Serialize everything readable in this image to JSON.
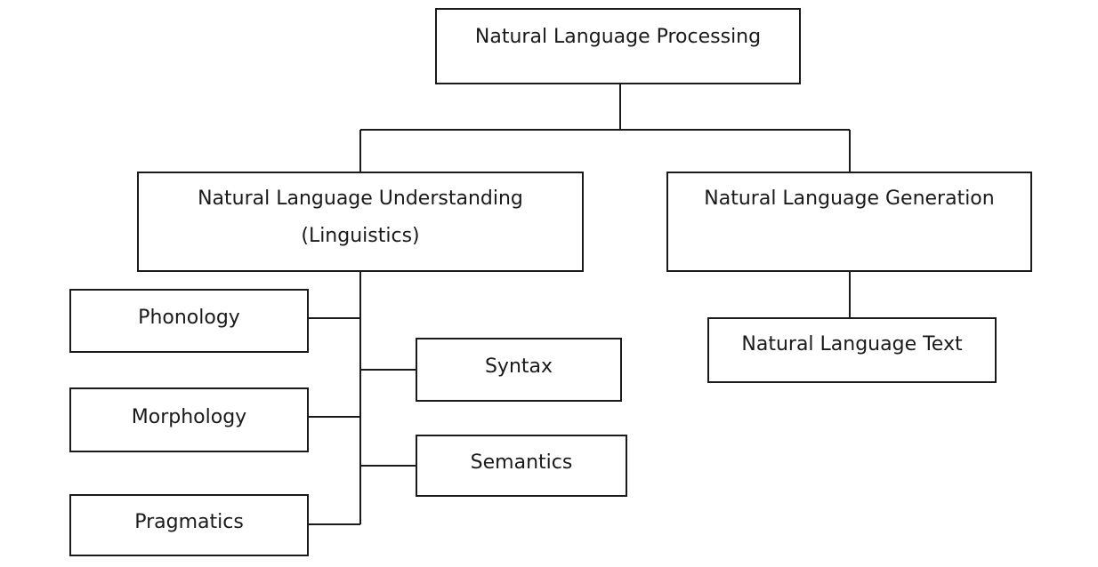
{
  "nodes": {
    "nlp": "Natural Language Processing",
    "nlu": {
      "line1": "Natural Language Understanding",
      "line2": "(Linguistics)"
    },
    "nlg": "Natural Language Generation",
    "nl_text": "Natural Language Text",
    "phonology": "Phonology",
    "morphology": "Morphology",
    "pragmatics": "Pragmatics",
    "syntax": "Syntax",
    "semantics": "Semantics"
  },
  "colors": {
    "line": "#1a1a1a",
    "background": "#ffffff"
  }
}
